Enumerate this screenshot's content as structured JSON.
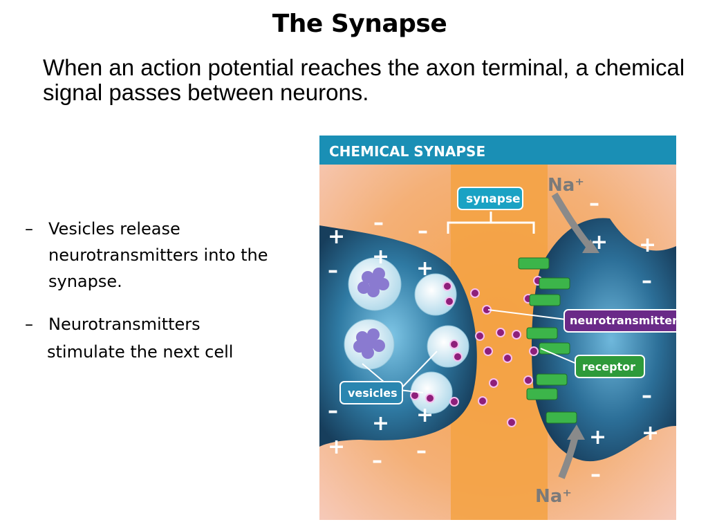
{
  "slide": {
    "title": "The Synapse",
    "subtitle": "When an action potential reaches the axon terminal, a chemical signal passes between neurons.",
    "bullets": [
      {
        "dash": "–",
        "text": "Vesicles release neurotransmitters into the synapse."
      },
      {
        "dash": "–",
        "text": "Neurotransmitters"
      }
    ],
    "continuation": "stimulate the next cell"
  },
  "diagram": {
    "header": "CHEMICAL SYNAPSE",
    "labels": {
      "synapse": "synapse",
      "neurotransmitter": "neurotransmitter",
      "receptor": "receptor",
      "vesicles": "vesicles",
      "na_top": "Na⁺",
      "na_bottom": "Na⁺"
    },
    "colors": {
      "header_bg": "#1a8fb5",
      "synapse_label": "#1aa2c4",
      "neurotransmitter_label": "#6a2a88",
      "receptor_label": "#2e9a3a",
      "vesicles_label": "#2a86b0",
      "cell_body": "#2b6f96",
      "cleft": "#f3a243",
      "neurotransmitter_dot": "#8e1f7a",
      "receptor_protein": "#3cb54a"
    }
  }
}
